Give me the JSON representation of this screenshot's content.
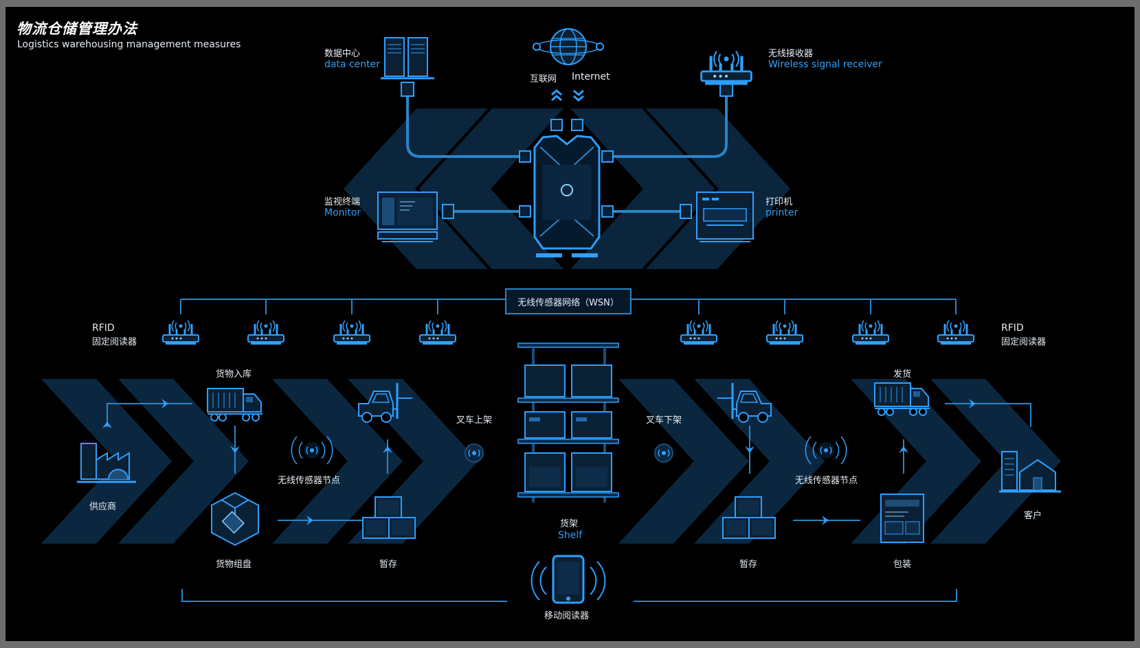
{
  "header": {
    "title": "物流仓储管理办法",
    "subtitle": "Logistics warehousing management measures"
  },
  "network": {
    "data_center": {
      "cn": "数据中心",
      "en": "data center"
    },
    "internet": {
      "cn": "互联网",
      "en": "Internet"
    },
    "wireless_receiver": {
      "cn": "无线接收器",
      "en": "Wireless signal receiver"
    },
    "monitor": {
      "cn": "监视终端",
      "en": "Monitor"
    },
    "printer": {
      "cn": "打印机",
      "en": "printer"
    },
    "wsn": "无线传感器网络（WSN）"
  },
  "rfid": {
    "left": {
      "en": "RFID",
      "cn": "固定阅读器"
    },
    "right": {
      "en": "RFID",
      "cn": "固定阅读器"
    }
  },
  "flow": {
    "supplier": "供应商",
    "goods_in": "货物入库",
    "goods_assembly": "货物组盘",
    "sensor_node_left": "无线传感器节点",
    "temp_storage_left": "暂存",
    "forklift_up": "叉车上架",
    "shelf": {
      "cn": "货架",
      "en": "Shelf"
    },
    "forklift_down": "叉车下架",
    "temp_storage_right": "暂存",
    "sensor_node_right": "无线传感器节点",
    "ship": "发货",
    "packaging": "包装",
    "customer": "客户",
    "mobile_reader": "移动阅读器"
  },
  "colors": {
    "background": "#000000",
    "accent_blue": "#2ea0ff",
    "line_blue": "#2a86c8",
    "chevron_fill": "#0b2740"
  },
  "icons": [
    "server-icon",
    "globe-icon",
    "router-icon",
    "monitor-icon",
    "printer-icon",
    "hub-device-icon",
    "rfid-reader-icon",
    "truck-icon",
    "forklift-icon",
    "factory-icon",
    "boxes-icon",
    "shelf-icon",
    "sensor-node-icon",
    "house-icon",
    "package-document-icon",
    "tablet-icon",
    "cube-icon"
  ]
}
